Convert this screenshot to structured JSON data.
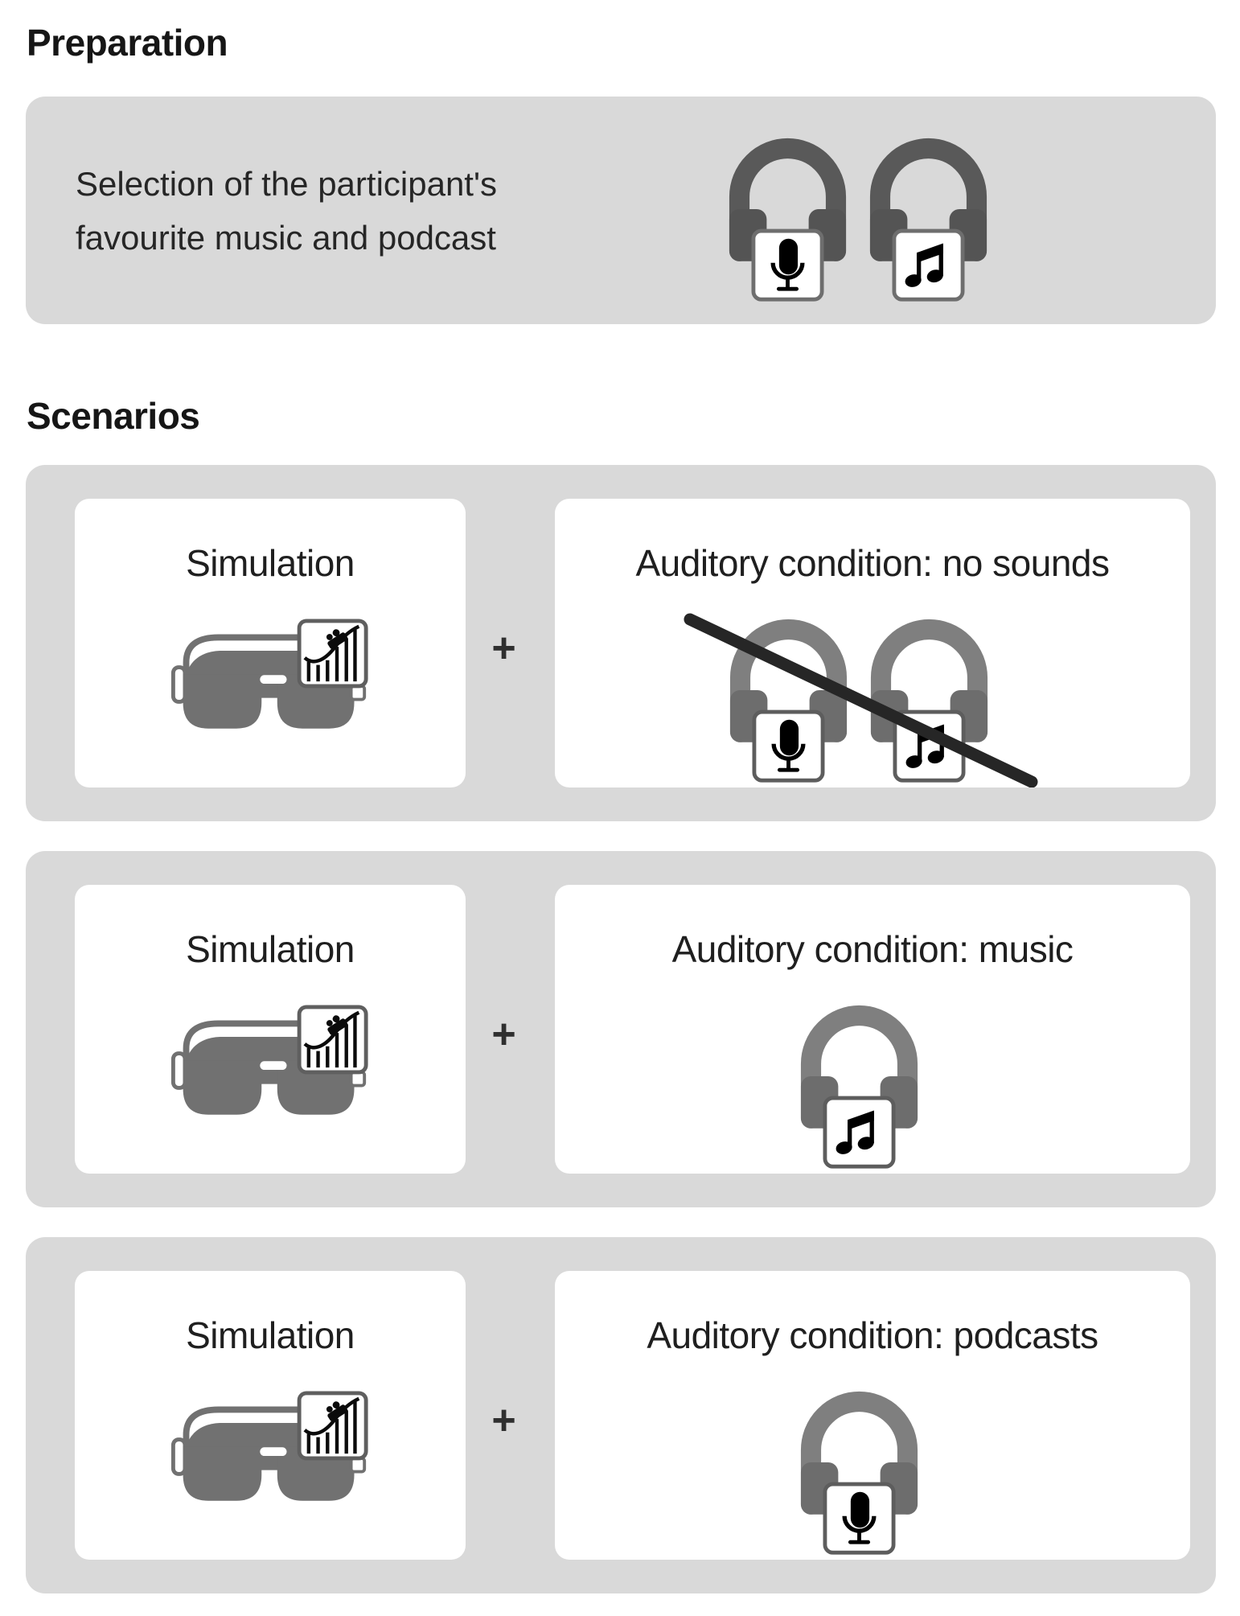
{
  "preparation": {
    "heading": "Preparation",
    "description": "Selection of the participant's favourite music and podcast",
    "icons": [
      {
        "name": "headphones-podcast-icon",
        "badge": "microphone"
      },
      {
        "name": "headphones-music-icon",
        "badge": "music-note"
      }
    ]
  },
  "scenarios": {
    "heading": "Scenarios",
    "rows": [
      {
        "sim_title": "Simulation",
        "plus": "+",
        "condition_title": "Auditory condition: no sounds",
        "icons": [
          "microphone",
          "music-note"
        ],
        "crossed_out": true
      },
      {
        "sim_title": "Simulation",
        "plus": "+",
        "condition_title": "Auditory condition: music",
        "icons": [
          "music-note"
        ],
        "crossed_out": false
      },
      {
        "sim_title": "Simulation",
        "plus": "+",
        "condition_title": "Auditory condition: podcasts",
        "icons": [
          "microphone"
        ],
        "crossed_out": false
      }
    ]
  },
  "colors": {
    "panel_bg": "#d9d9d9",
    "card_bg": "#ffffff",
    "headphone_dark": "#595959",
    "headphone_medium": "#7f7f7f",
    "goggles_gray": "#717171",
    "cross_line": "#262626",
    "glyph": "#000000"
  }
}
